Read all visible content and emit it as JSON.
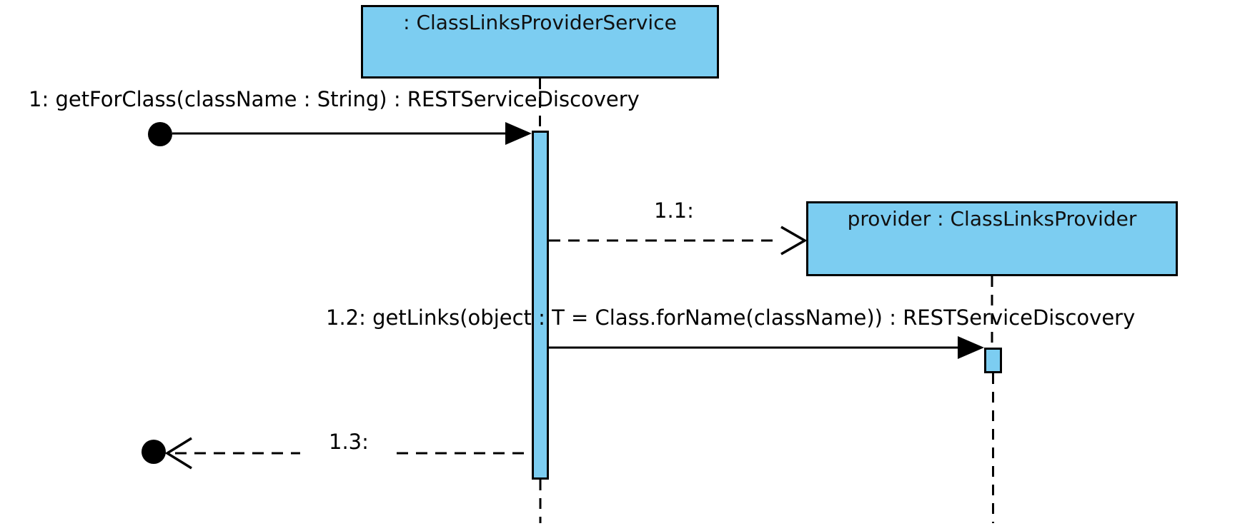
{
  "colors": {
    "node_fill": "#7CCDF1",
    "stroke": "#000000",
    "background": "#FFFFFF"
  },
  "objects": {
    "service": {
      "label": ": ClassLinksProviderService"
    },
    "provider": {
      "label": "provider : ClassLinksProvider"
    }
  },
  "messages": {
    "m1": {
      "label": "1: getForClass(className : String) : RESTServiceDiscovery"
    },
    "m1_1": {
      "label": "1.1:"
    },
    "m1_2": {
      "label": "1.2: getLinks(object : T = Class.forName(className)) : RESTServiceDiscovery"
    },
    "m1_3": {
      "label": "1.3:"
    }
  }
}
